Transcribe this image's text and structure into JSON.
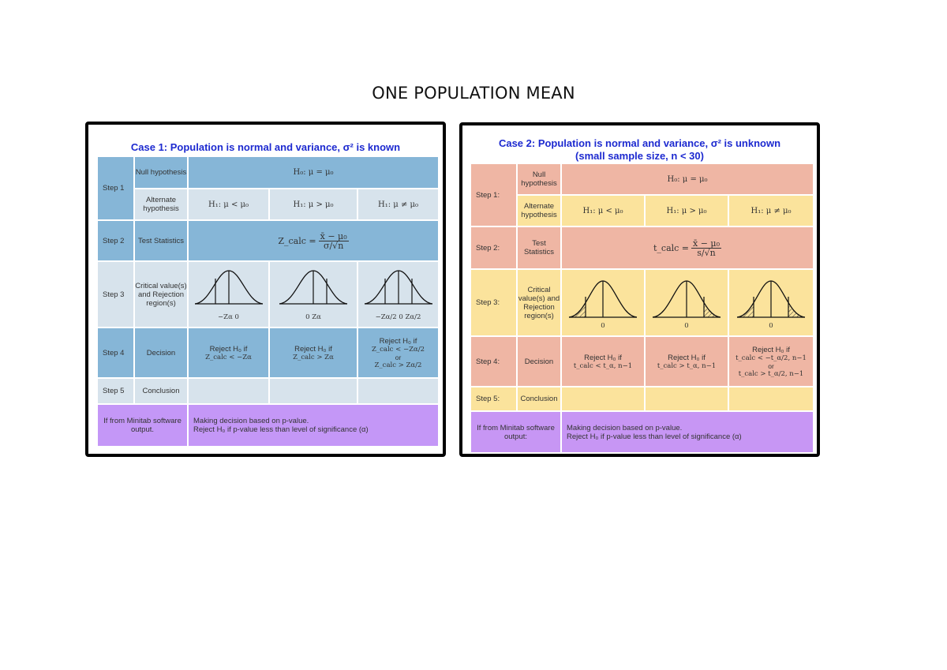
{
  "page": {
    "title": "ONE POPULATION MEAN"
  },
  "case1": {
    "title": "Case 1: Population is normal and variance, σ² is known",
    "step1": {
      "label": "Step 1",
      "null_label": "Null hypothesis",
      "null_formula": "H₀: μ = μ₀",
      "alt_label": "Alternate hypothesis",
      "alt": [
        "H₁: μ < μ₀",
        "H₁: μ > μ₀",
        "H₁: μ ≠ μ₀"
      ]
    },
    "step2": {
      "label": "Step 2",
      "name": "Test Statistics",
      "lhs": "Z_calc =",
      "num": "x̄ − μ₀",
      "den": "σ/√n"
    },
    "step3": {
      "label": "Step 3",
      "name": "Critical value(s) and Rejection region(s)",
      "ticks": [
        "−Zα   0",
        "0   Zα",
        "−Zα/2   0   Zα/2"
      ]
    },
    "step4": {
      "label": "Step 4",
      "name": "Decision",
      "d1a": "Reject H₀ if",
      "d1b": "Z_calc < −Zα",
      "d2a": "Reject H₀ if",
      "d2b": "Z_calc > Zα",
      "d3a": "Reject H₀ if",
      "d3b": "Z_calc < −Zα/2",
      "d3c": "or",
      "d3d": "Z_calc > Zα/2"
    },
    "step5": {
      "label": "Step 5",
      "name": "Conclusion"
    },
    "minitab": {
      "label": "If from Minitab software output.",
      "line1": "Making decision based on p-value.",
      "line2": "Reject H₀ if p-value less than level of significance (α)"
    }
  },
  "case2": {
    "title1": "Case 2: Population is normal and variance, σ² is unknown",
    "title2": "(small sample size, n < 30)",
    "step1": {
      "label": "Step 1:",
      "null_label": "Null hypothesis",
      "null_formula": "H₀: μ = μ₀",
      "alt_label": "Alternate hypothesis",
      "alt": [
        "H₁: μ < μ₀",
        "H₁: μ > μ₀",
        "H₁: μ ≠ μ₀"
      ]
    },
    "step2": {
      "label": "Step 2:",
      "name": "Test Statistics",
      "lhs": "t_calc =",
      "num": "x̄ − μ₀",
      "den": "s/√n"
    },
    "step3": {
      "label": "Step 3:",
      "name": "Critical value(s) and Rejection region(s)",
      "tick": "0"
    },
    "step4": {
      "label": "Step 4:",
      "name": "Decision",
      "d1a": "Reject H₀ if",
      "d1b": "t_calc < t_α, n−1",
      "d2a": "Reject H₀ if",
      "d2b": "t_calc > t_α, n−1",
      "d3a": "Reject H₀ if",
      "d3b": "t_calc < −t_α/2, n−1",
      "d3c": "or",
      "d3d": "t_calc > t_α/2, n−1"
    },
    "step5": {
      "label": "Step 5:",
      "name": "Conclusion"
    },
    "minitab": {
      "label": "If from Minitab software output:",
      "line1": "Making decision based on p-value.",
      "line2": "Reject H₀ if p-value less than level of significance (α)"
    }
  },
  "colors": {
    "blue": "#86b6d7",
    "grey": "#d7e3ec",
    "violet": "#c497f7",
    "pink": "#efb6a4",
    "yellow": "#fbe39c",
    "caption": "#1d2ad0"
  }
}
